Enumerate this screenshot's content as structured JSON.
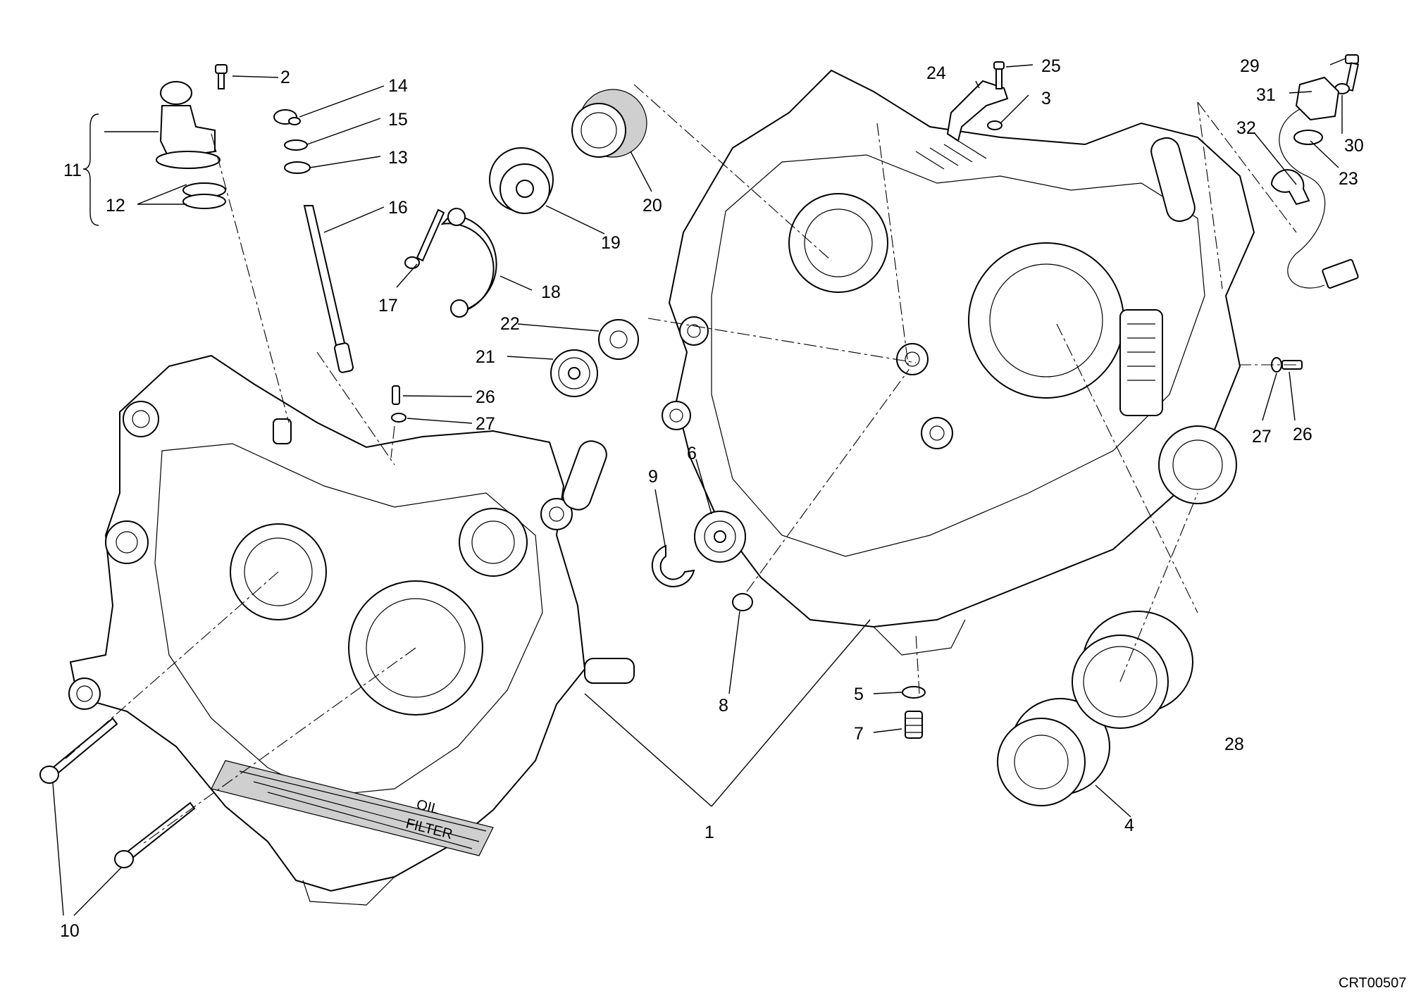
{
  "diagram": {
    "drawing_code": "CRT00507",
    "crankcase_labels": [
      "OIL",
      "FILTER"
    ],
    "callouts": [
      {
        "id": "c1",
        "text": "1"
      },
      {
        "id": "c2",
        "text": "2"
      },
      {
        "id": "c3",
        "text": "3"
      },
      {
        "id": "c4",
        "text": "4"
      },
      {
        "id": "c5",
        "text": "5"
      },
      {
        "id": "c6",
        "text": "6"
      },
      {
        "id": "c7",
        "text": "7"
      },
      {
        "id": "c8",
        "text": "8"
      },
      {
        "id": "c9",
        "text": "9"
      },
      {
        "id": "c10",
        "text": "10"
      },
      {
        "id": "c11",
        "text": "11"
      },
      {
        "id": "c12",
        "text": "12"
      },
      {
        "id": "c13",
        "text": "13"
      },
      {
        "id": "c14",
        "text": "14"
      },
      {
        "id": "c15",
        "text": "15"
      },
      {
        "id": "c16",
        "text": "16"
      },
      {
        "id": "c17",
        "text": "17"
      },
      {
        "id": "c18",
        "text": "18"
      },
      {
        "id": "c19",
        "text": "19"
      },
      {
        "id": "c20",
        "text": "20"
      },
      {
        "id": "c21",
        "text": "21"
      },
      {
        "id": "c22",
        "text": "22"
      },
      {
        "id": "c23",
        "text": "23"
      },
      {
        "id": "c24",
        "text": "24"
      },
      {
        "id": "c25",
        "text": "25"
      },
      {
        "id": "c26a",
        "text": "26"
      },
      {
        "id": "c26b",
        "text": "26"
      },
      {
        "id": "c27a",
        "text": "27"
      },
      {
        "id": "c27b",
        "text": "27"
      },
      {
        "id": "c28",
        "text": "28"
      },
      {
        "id": "c29",
        "text": "29"
      },
      {
        "id": "c30",
        "text": "30"
      },
      {
        "id": "c31",
        "text": "31"
      },
      {
        "id": "c32",
        "text": "32"
      }
    ]
  }
}
